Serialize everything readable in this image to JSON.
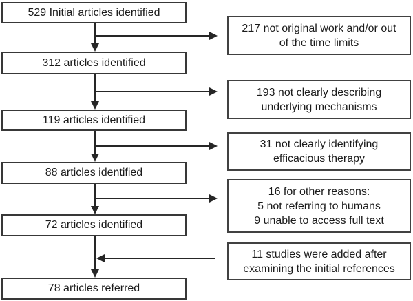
{
  "colors": {
    "background": "#ffffff",
    "box_border": "#3c3c3c",
    "text": "#1b1b1b",
    "arrow": "#262626"
  },
  "flow": {
    "stages": [
      {
        "label": "529 Initial articles identified"
      },
      {
        "label": "312 articles identified"
      },
      {
        "label": "119 articles identified"
      },
      {
        "label": "88 articles identified"
      },
      {
        "label": "72 articles identified"
      },
      {
        "label": "78 articles referred"
      }
    ],
    "side_notes": [
      {
        "label": "217 not original work and/or out\nof the time limits",
        "arrow_direction": "right"
      },
      {
        "label": "193 not clearly describing\nunderlying mechanisms",
        "arrow_direction": "right"
      },
      {
        "label": "31 not clearly identifying\nefficacious therapy",
        "arrow_direction": "right"
      },
      {
        "label": "16 for other reasons:\n5 not referring to humans\n9 unable to access full text",
        "arrow_direction": "right"
      },
      {
        "label": "11 studies were added after\nexamining the initial references",
        "arrow_direction": "left"
      }
    ]
  }
}
